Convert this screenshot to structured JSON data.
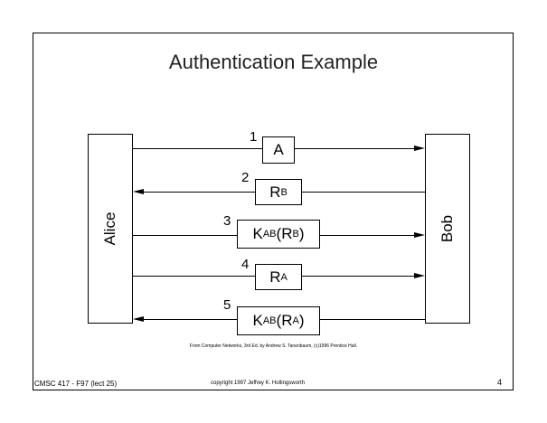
{
  "slide": {
    "title": "Authentication Example",
    "left_party": "Alice",
    "right_party": "Bob",
    "messages": [
      {
        "step": "1",
        "label": "A",
        "sub": "",
        "tail": ""
      },
      {
        "step": "2",
        "label": "R",
        "sub": "B",
        "tail": ""
      },
      {
        "step": "3",
        "label": "K",
        "sub": "AB",
        "tail": " (R",
        "tail_sub": "B",
        "tail_end": ")"
      },
      {
        "step": "4",
        "label": "R",
        "sub": "A",
        "tail": ""
      },
      {
        "step": "5",
        "label": "K",
        "sub": "AB",
        "tail": " (R",
        "tail_sub": "A",
        "tail_end": ")"
      }
    ],
    "credit": "From Computer Networks, 3rd Ed. by Andrew S. Tanenbaum, (c)1996 Prentice Hall.",
    "footer_left": "CMSC 417 - F97 (lect 25)",
    "footer_mid": "copyright 1997 Jeffrey K. Hollingsworth",
    "page_number": "4"
  }
}
